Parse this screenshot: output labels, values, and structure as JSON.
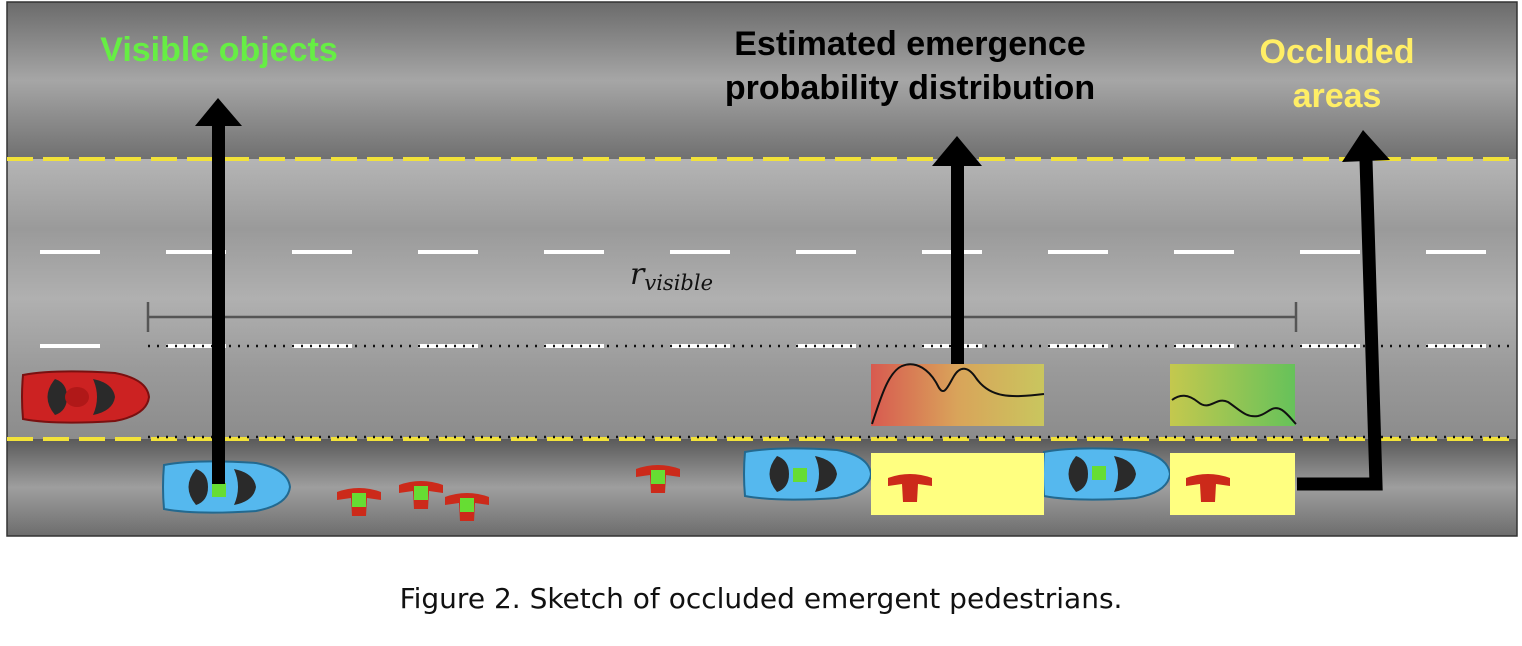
{
  "labels": {
    "visible_objects": "Visible objects",
    "estimated_line1": "Estimated emergence",
    "estimated_line2": "probability distribution",
    "occluded_line1": "Occluded",
    "occluded_line2": "areas",
    "r_main": "r",
    "r_sub": "visible"
  },
  "caption": "Figure 2. Sketch of occluded emergent pedestrians.",
  "colors": {
    "visible_label": "#66ee44",
    "occluded_label": "#ffee66",
    "estimated_label": "#000000",
    "ego_car": "#cc2222",
    "observed_car": "#55b8ee",
    "pedestrian": "#cc2a1a",
    "occluded_area": "#ffff80",
    "marker": "#66dd33"
  }
}
